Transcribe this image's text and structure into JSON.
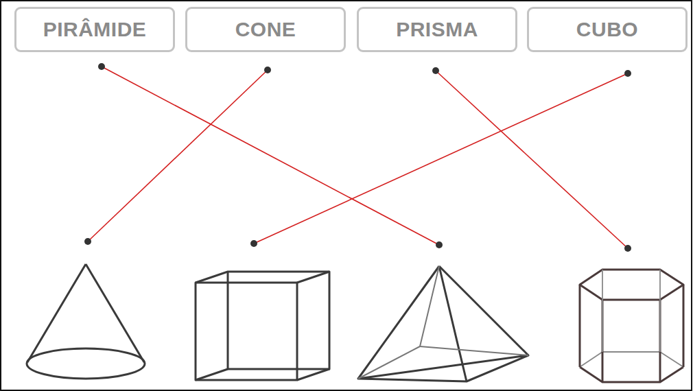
{
  "diagram": {
    "nodes": [
      {
        "text": [
          "PIRÂMIDE"
        ]
      },
      {
        "text": [
          "CONE"
        ]
      },
      {
        "text": [
          "PRISMA"
        ]
      },
      {
        "text": [
          "CUBO"
        ]
      }
    ]
  }
}
